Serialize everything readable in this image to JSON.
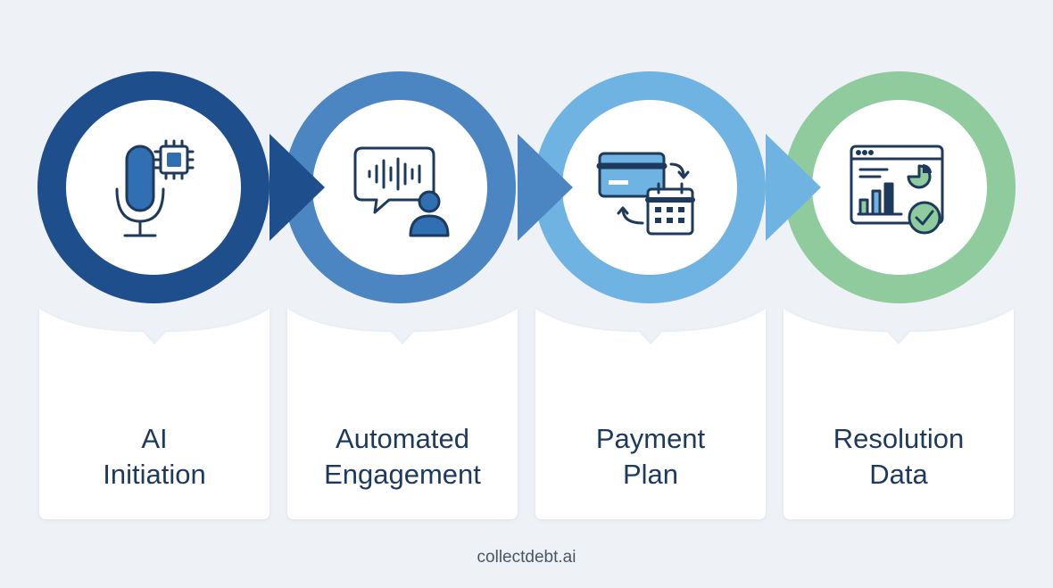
{
  "colors": {
    "background": "#eef1f5",
    "card": "#ffffff",
    "text": "#1d3a5c",
    "step1": "#1e4f8c",
    "step2": "#4b86c2",
    "step3": "#6fb3e3",
    "step4": "#8fcb9c",
    "check": "#7cc08c"
  },
  "steps": [
    {
      "line1": "AI",
      "line2": "Initiation",
      "icon": "microphone-chip-icon"
    },
    {
      "line1": "Automated",
      "line2": "Engagement",
      "icon": "voice-message-user-icon"
    },
    {
      "line1": "Payment",
      "line2": "Plan",
      "icon": "card-calendar-icon"
    },
    {
      "line1": "Resolution",
      "line2": "Data",
      "icon": "dashboard-check-icon"
    }
  ],
  "footer": "collectdebt.ai"
}
